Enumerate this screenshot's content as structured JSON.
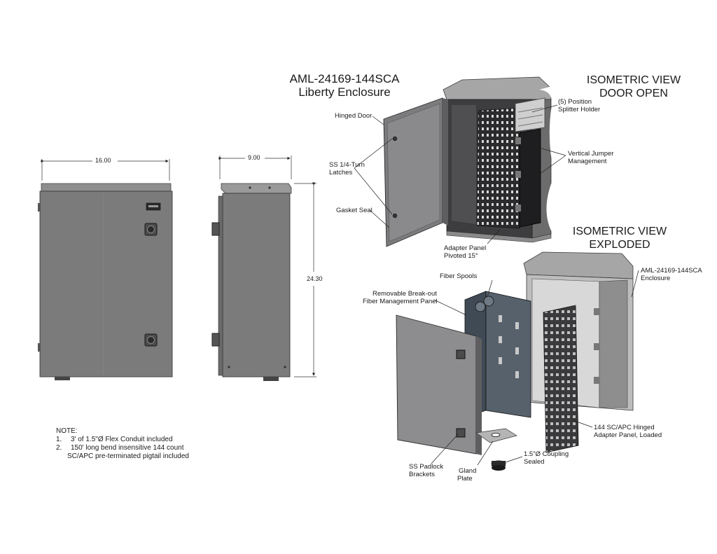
{
  "title": {
    "part": "AML-24169-144SCA",
    "name": "Liberty Enclosure"
  },
  "views": {
    "door_open": {
      "line1": "ISOMETRIC VIEW",
      "line2": "DOOR OPEN"
    },
    "exploded": {
      "line1": "ISOMETRIC VIEW",
      "line2": "EXPLODED"
    }
  },
  "dimensions": {
    "width": "16.00",
    "depth": "9.00",
    "height": "24.30"
  },
  "callouts": {
    "hinged_door": "Hinged Door",
    "latches": [
      "SS 1/4-Turn",
      "Latches"
    ],
    "gasket_seal": "Gasket Seal",
    "splitter_holder": [
      "(5) Position",
      "Splitter Holder"
    ],
    "jumper_mgmt": [
      "Vertical Jumper",
      "Management"
    ],
    "adapter_pivot": [
      "Adapter Panel",
      "Pivoted 15°"
    ],
    "fiber_spools": "Fiber Spools",
    "breakout_panel": [
      "Removable Break-out",
      "Fiber Management Panel"
    ],
    "enclosure": [
      "AML-24169-144SCA",
      "Enclosure"
    ],
    "adapter_loaded": [
      "144 SC/APC Hinged",
      "Adapter Panel, Loaded"
    ],
    "coupling": [
      "1.5\"Ø Coupling",
      "Sealed"
    ],
    "gland_plate": [
      "Gland",
      "Plate"
    ],
    "padlock": [
      "SS Padlock",
      "Brackets"
    ]
  },
  "notes": {
    "heading": "NOTE:",
    "items": [
      {
        "num": "1.",
        "text": "3' of 1.5\"Ø Flex Conduit included"
      },
      {
        "num": "2.",
        "text": "150' long bend insensitive 144 count"
      }
    ],
    "continuation": "SC/APC pre-terminated pigtail included"
  }
}
